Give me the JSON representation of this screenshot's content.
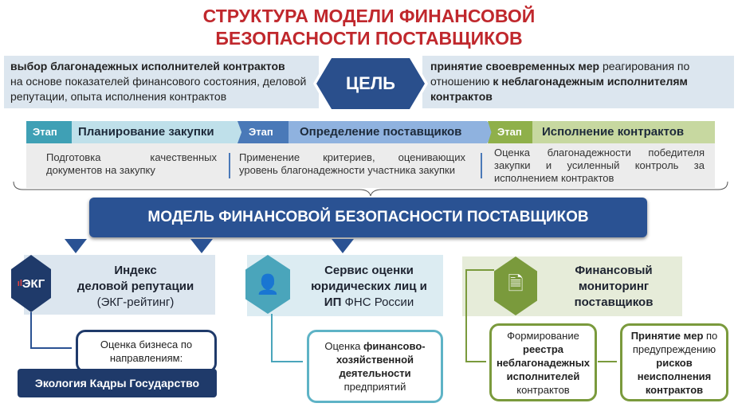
{
  "title": {
    "line1": "СТРУКТУРА МОДЕЛИ ФИНАНСОВОЙ",
    "line2": "БЕЗОПАСНОСТИ ПОСТАВЩИКОВ"
  },
  "goal": {
    "label": "ЦЕЛЬ",
    "left": {
      "bold": "выбор благонадежных исполнителей контрактов",
      "rest": "на основе показателей финансового состояния, деловой репутации, опыта исполнения контрактов"
    },
    "right": {
      "bold1": "принятие своевременных мер",
      "text1": " реагирования по отношению ",
      "bold2": "к неблагонадежным исполнителям контрактов"
    }
  },
  "stages": [
    {
      "tag": "Этап",
      "name": "Планирование закупки",
      "desc": "Подготовка качественных документов на закупку"
    },
    {
      "tag": "Этап",
      "name": "Определение поставщиков",
      "desc": "Применение критериев, оценивающих уровень благонадежности участника закупки"
    },
    {
      "tag": "Этап",
      "name": "Исполнение контрактов",
      "desc": "Оценка благонадежности победителя закупки и усиленный контроль за исполнением контрактов"
    }
  ],
  "model": "МОДЕЛЬ ФИНАНСОВОЙ БЕЗОПАСНОСТИ ПОСТАВЩИКОВ",
  "blocks": {
    "ekg": {
      "logo": "ЭКГ",
      "h1": "Индекс",
      "h2": "деловой репутации",
      "h3": "(ЭКГ-рейтинг)",
      "sub": "Оценка бизнеса по направлениям:",
      "bar": "Экология Кадры Государство"
    },
    "fns": {
      "h1": "Сервис оценки",
      "h2": "юридических лиц и",
      "h3b": "ИП",
      "h3": " ФНС России",
      "s1": "Оценка ",
      "s2": "финансово-хозяйственной деятельности",
      "s3": "предприятий"
    },
    "fin": {
      "h1": "Финансовый",
      "h2": "мониторинг",
      "h3": "поставщиков",
      "a1": "Формирование",
      "a2": "реестра неблагонадежных исполнителей",
      "a3": "контрактов",
      "b1": "Принятие мер",
      "b2": " по предупреждению",
      "b3": "рисков неисполнения контрактов"
    }
  },
  "colors": {
    "red": "#c0282d",
    "navy": "#2a5293",
    "teal": "#4aa5bb",
    "green": "#7a9a3c"
  }
}
